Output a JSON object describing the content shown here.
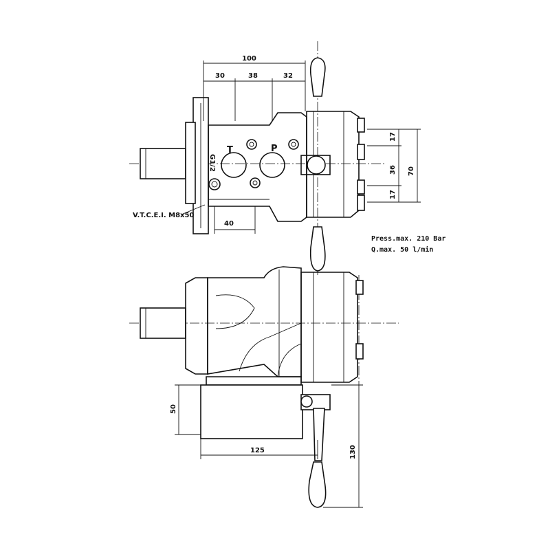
{
  "dimensions": {
    "top_overall": "100",
    "top_seg1": "30",
    "top_seg2": "38",
    "top_seg3": "32",
    "bottom_offset": "40",
    "right_upper": "17",
    "right_middle": "36",
    "right_lower": "17",
    "right_overall": "70",
    "lever_height": "50",
    "lever_width": "125",
    "lever_overall": "130"
  },
  "labels": {
    "port_t": "T",
    "port_p": "P",
    "thread": "G1/2",
    "screw": "V.T.C.E.I. M8x50",
    "pressure": "Press.max. 210 Bar",
    "flow": "Q.max. 50 l/min"
  }
}
